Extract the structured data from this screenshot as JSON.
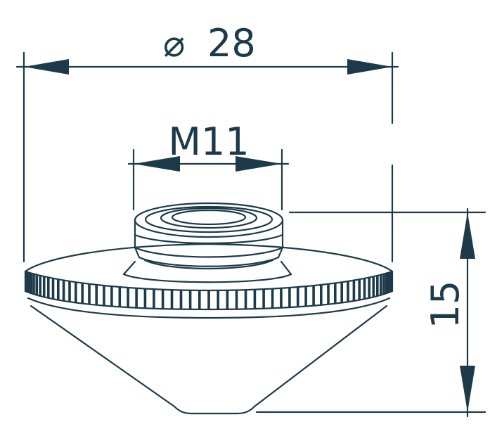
{
  "drawing": {
    "ink_color": "#1c3a4a",
    "background": "#ffffff",
    "dimensions": {
      "diameter": {
        "symbol": "⌀",
        "value": "28"
      },
      "thread": {
        "label": "M11"
      },
      "height": {
        "label": "15"
      }
    }
  }
}
